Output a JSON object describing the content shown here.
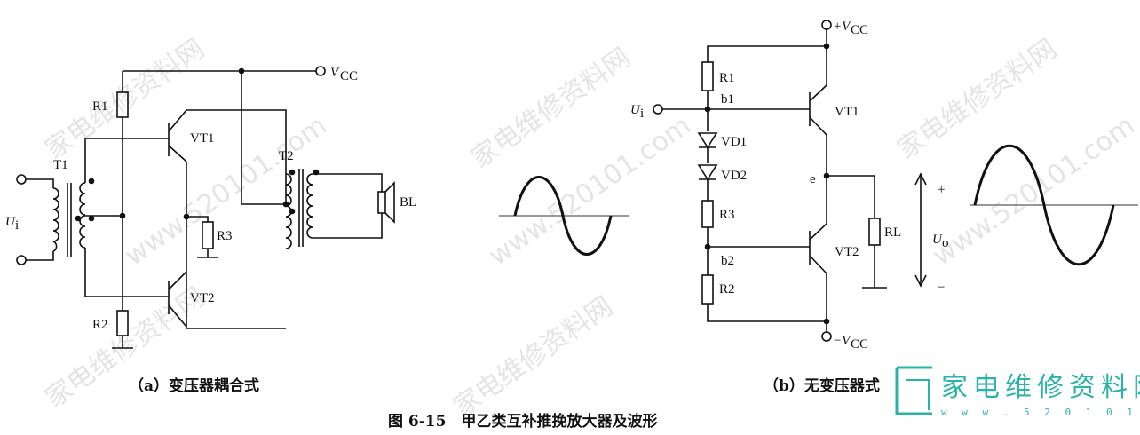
{
  "figure_caption": "图 6-15　甲乙类互补推挽放大器及波形",
  "watermark": {
    "text_cn": "家电维修资料网",
    "text_url": "www.520101.com"
  },
  "logo": {
    "text_cn": "家电维修资料网",
    "url": "w w w . 5 2 0 1 0 1 . c o m"
  },
  "panel_a": {
    "caption": "（a）变压器耦合式",
    "labels": {
      "vcc": "V",
      "vcc_sub": "CC",
      "r1": "R1",
      "r2": "R2",
      "r3": "R3",
      "t1": "T1",
      "t2": "T2",
      "vt1": "VT1",
      "vt2": "VT2",
      "bl": "BL",
      "ui": "U",
      "ui_sub": "i"
    }
  },
  "panel_b": {
    "caption": "（b）无变压器式",
    "labels": {
      "vcc_pos": "+V",
      "vcc_pos_sub": "CC",
      "vcc_neg": "−V",
      "vcc_neg_sub": "CC",
      "ui": "U",
      "ui_sub": "i",
      "r1": "R1",
      "b1": "b1",
      "vd1": "VD1",
      "vd2": "VD2",
      "r3": "R3",
      "b2": "b2",
      "r2": "R2",
      "vt1": "VT1",
      "vt2": "VT2",
      "e": "e",
      "rl": "RL",
      "uo": "U",
      "uo_sub": "o",
      "plus": "+",
      "minus": "−"
    }
  }
}
